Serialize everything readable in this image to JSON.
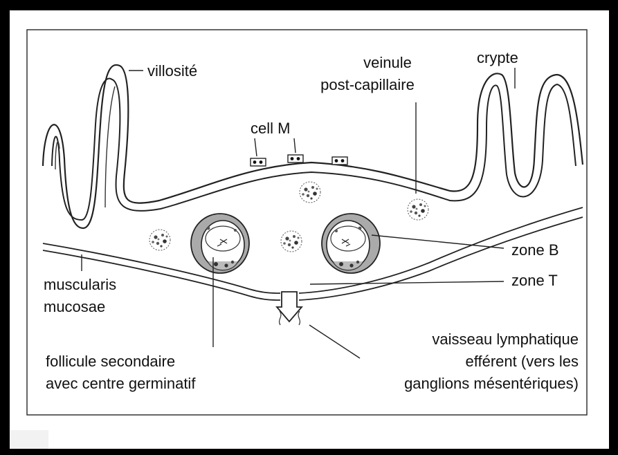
{
  "labels": {
    "villosite": "villosité",
    "crypte": "crypte",
    "veinule_line1": "veinule",
    "veinule_line2": "post-capillaire",
    "cell_m": "cell M",
    "zone_b": "zone B",
    "zone_t": "zone T",
    "muscularis_line1": "muscularis",
    "muscularis_line2": "mucosae",
    "vaisseau_line1": "vaisseau lymphatique",
    "vaisseau_line2": "efférent (vers les",
    "vaisseau_line3": "ganglions mésentériques)",
    "follicule_line1": "follicule secondaire",
    "follicule_line2": "avec centre germinatif"
  }
}
